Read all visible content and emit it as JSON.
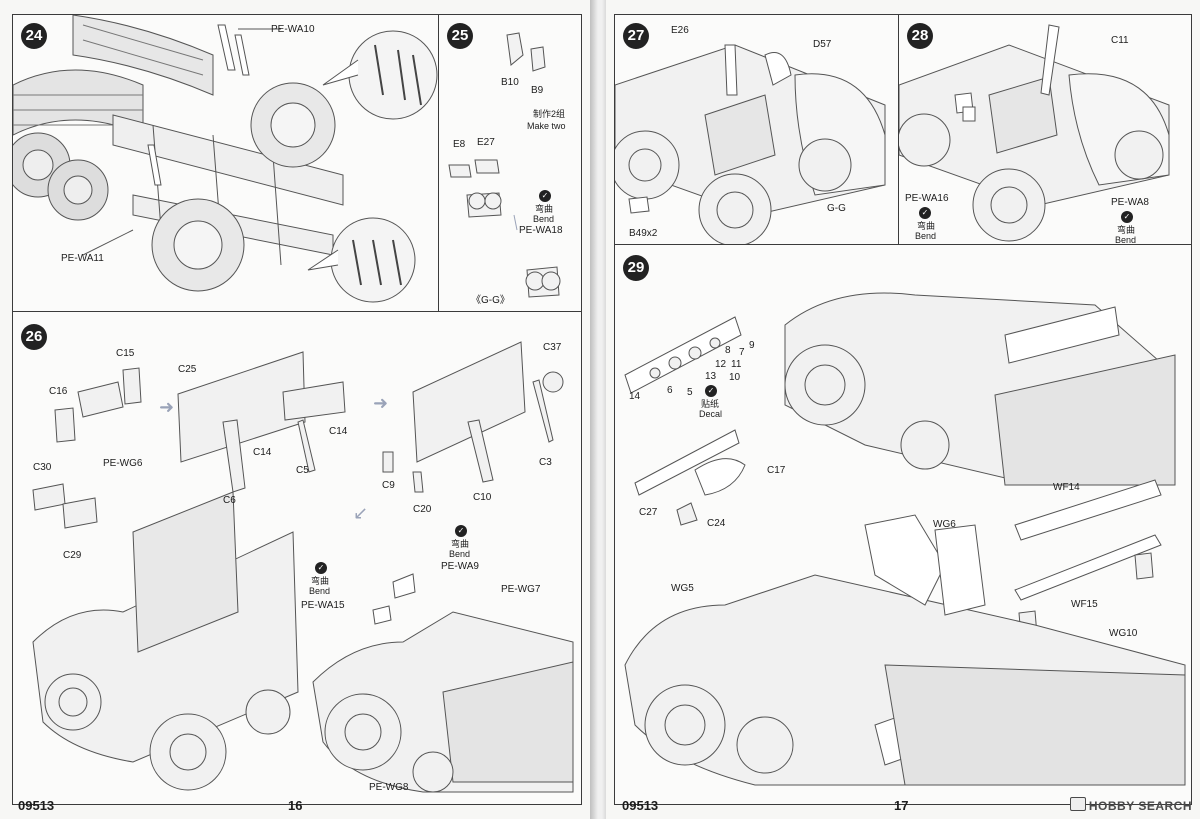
{
  "left_page": {
    "page_number": "16",
    "product_code": "09513",
    "steps": {
      "s24": {
        "number": "24",
        "labels": {
          "pe_wa10": "PE-WA10",
          "pe_wa11": "PE-WA11"
        }
      },
      "s25": {
        "number": "25",
        "labels": {
          "b10": "B10",
          "b9": "B9",
          "make_two_cn": "制作2组",
          "make_two": "Make two",
          "e8": "E8",
          "e27": "E27",
          "bend_cn": "弯曲",
          "bend": "Bend",
          "pe_wa18": "PE-WA18",
          "view": "《G-G》"
        }
      },
      "s26": {
        "number": "26",
        "labels": {
          "c15": "C15",
          "c16": "C16",
          "pe_wg6": "PE-WG6",
          "c30": "C30",
          "c29": "C29",
          "c25": "C25",
          "c14a": "C14",
          "c14b": "C14",
          "c5": "C5",
          "c6": "C6",
          "c37": "C37",
          "c3": "C3",
          "c9": "C9",
          "c20": "C20",
          "c10": "C10",
          "bend_cn_a": "弯曲",
          "bend_a": "Bend",
          "pe_wa15": "PE-WA15",
          "bend_cn_b": "弯曲",
          "bend_b": "Bend",
          "pe_wa9": "PE-WA9",
          "pe_wg7": "PE-WG7",
          "pe_wg8": "PE-WG8"
        }
      }
    }
  },
  "right_page": {
    "page_number": "17",
    "product_code": "09513",
    "steps": {
      "s27": {
        "number": "27",
        "labels": {
          "e26": "E26",
          "d57": "D57",
          "gg": "G-G",
          "b49": "B49x2"
        }
      },
      "s28": {
        "number": "28",
        "labels": {
          "c11": "C11",
          "pe_wa16": "PE-WA16",
          "bend_cn_a": "弯曲",
          "bend_a": "Bend",
          "pe_wa8": "PE-WA8",
          "bend_cn_b": "弯曲",
          "bend_b": "Bend"
        }
      },
      "s29": {
        "number": "29",
        "labels": {
          "n9": "9",
          "n8": "8",
          "n7": "7",
          "n12": "12",
          "n11": "11",
          "n13": "13",
          "n10": "10",
          "n6": "6",
          "n5": "5",
          "n14": "14",
          "decal_cn": "贴纸",
          "decal": "Decal",
          "c17": "C17",
          "c27": "C27",
          "c24": "C24",
          "wf14": "WF14",
          "wg6": "WG6",
          "wg5": "WG5",
          "wf15": "WF15",
          "wg10": "WG10"
        }
      }
    }
  },
  "watermark": "HOBBY SEARCH"
}
